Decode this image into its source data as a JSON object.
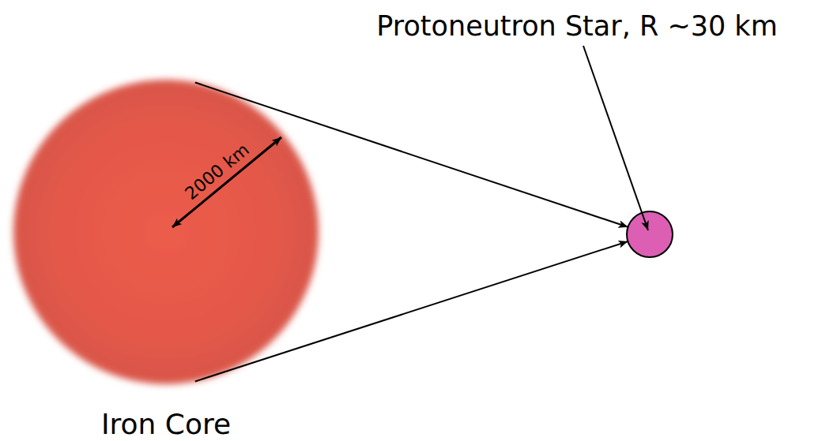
{
  "diagram": {
    "nodes": [
      {
        "text": [
          "Iron Core"
        ]
      },
      {
        "text": [
          "Protoneutron Star, R ~30 km"
        ]
      }
    ],
    "edges": [
      {
        "from": 0,
        "to": 1,
        "arrow": "to"
      },
      {
        "from": 0,
        "to": 1,
        "arrow": "to"
      }
    ],
    "labels": [
      "2000 km"
    ]
  }
}
